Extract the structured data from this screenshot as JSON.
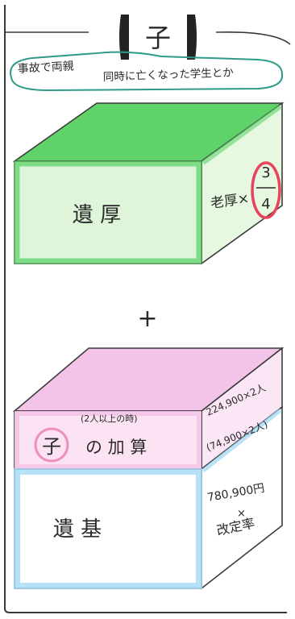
{
  "header": {
    "title": "子",
    "bracket_left": "【",
    "bracket_right": "】"
  },
  "note": {
    "line1": "事故で両親",
    "line2": "同時に亡くなった学生とか"
  },
  "top_box": {
    "front_label": "遺 厚",
    "side_label": "老厚×",
    "fraction_numerator": "3",
    "fraction_denominator": "4"
  },
  "plus_sign": "+",
  "bottom_box": {
    "upper_note": "(2人以上の時)",
    "child_char": "子",
    "addition_label": "の 加 算",
    "upper_side_line1": "224,900×2人",
    "upper_side_line2": "(74,900×2人)",
    "lower_front_label": "遺 基",
    "lower_side_line1": "780,900円",
    "lower_side_line2": "×",
    "lower_side_line3": "改定率"
  },
  "colors": {
    "green": "#5fd36a",
    "green_light": "#dff5da",
    "green_dark": "#4bb357",
    "pink": "#f7d3ee",
    "pink_dark": "#e6a8dc",
    "blue": "#a9dcf5",
    "blue_dark": "#7cc3ea",
    "teal_outline": "#2f9a88",
    "red_circle": "#e8425c",
    "pink_circle": "#f08cc0",
    "ink": "#2a2a2a"
  }
}
